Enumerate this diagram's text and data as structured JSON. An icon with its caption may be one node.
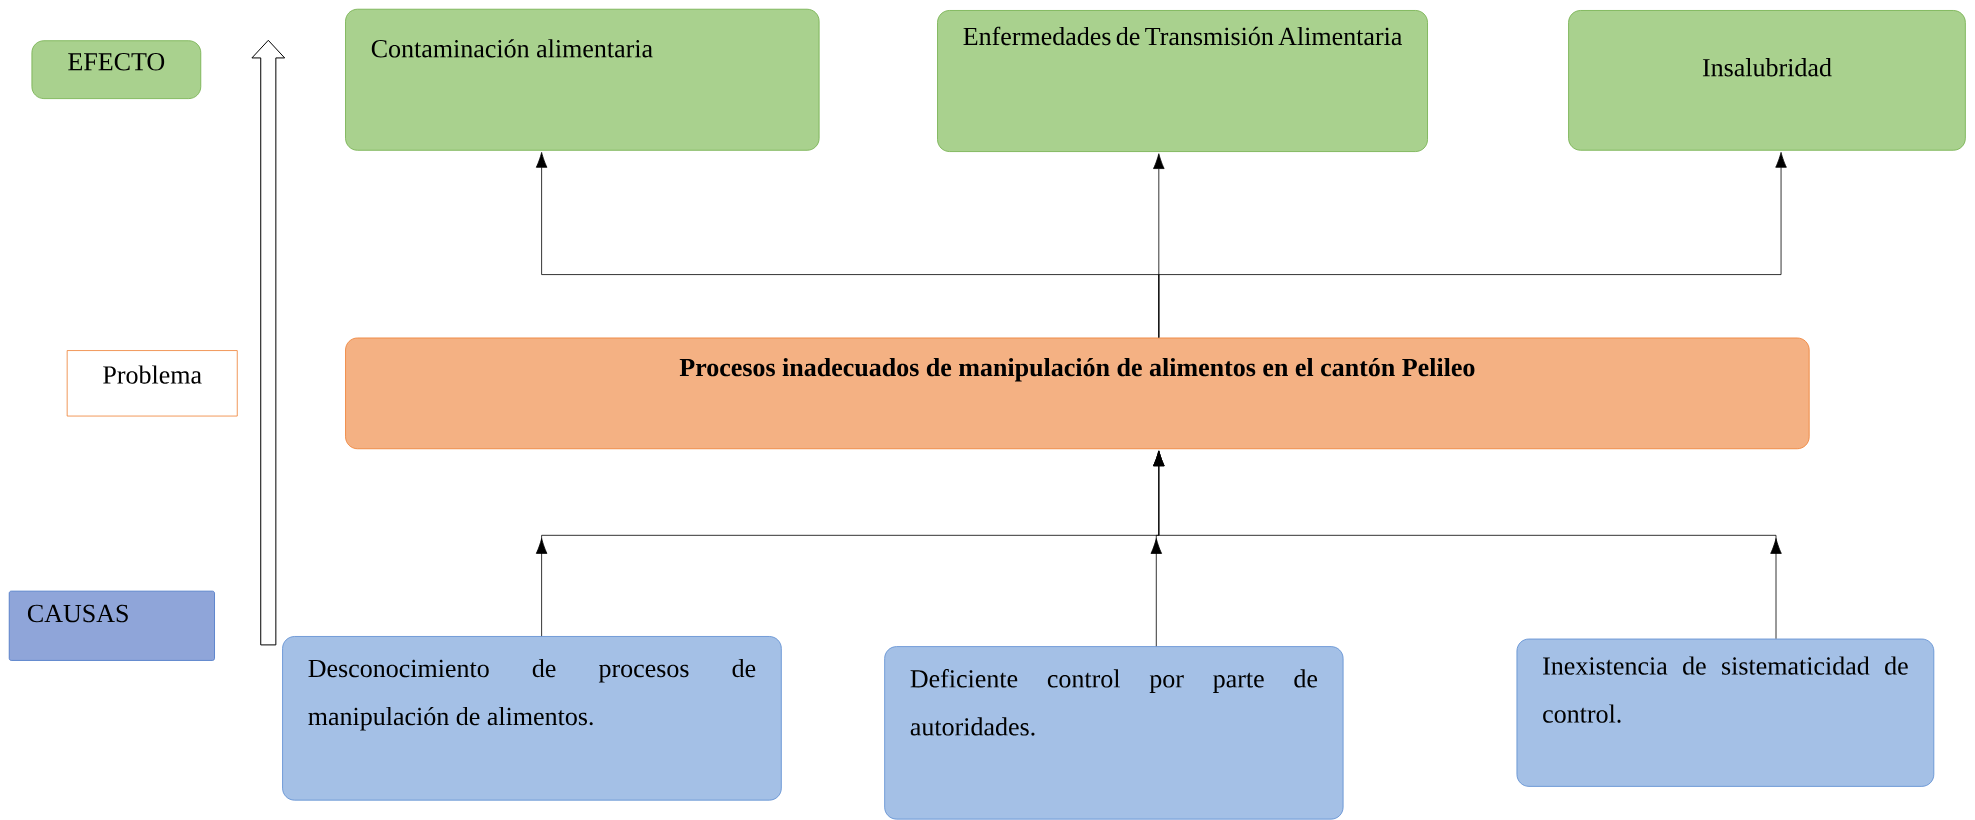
{
  "diagram": {
    "nodes": [
      {
        "text": [
          "EFECTO"
        ]
      },
      {
        "text": [
          "Problema"
        ]
      },
      {
        "text": [
          "CAUSAS"
        ]
      },
      {
        "text": [
          "Contaminación alimentaria"
        ]
      },
      {
        "text": [
          "Enfermedades de Transmisión Alimentaria"
        ]
      },
      {
        "text": [
          "Insalubridad"
        ]
      },
      {
        "text": [
          "Procesos inadecuados de manipulación de alimentos en el cantón Pelileo"
        ]
      },
      {
        "text": [
          "Desconocimiento de procesos de manipulación de alimentos."
        ]
      },
      {
        "text": [
          "Deficiente control por parte de autoridades."
        ]
      },
      {
        "text": [
          "Inexistencia de sistematicidad de control."
        ]
      }
    ],
    "edges": [
      {
        "from": 6,
        "to": 3,
        "arrow": "to"
      },
      {
        "from": 6,
        "to": 4,
        "arrow": "to"
      },
      {
        "from": 6,
        "to": 5,
        "arrow": "to"
      },
      {
        "from": 7,
        "to": 6,
        "arrow": "to"
      },
      {
        "from": 8,
        "to": 6,
        "arrow": "to"
      },
      {
        "from": 9,
        "to": 6,
        "arrow": "to"
      }
    ]
  }
}
